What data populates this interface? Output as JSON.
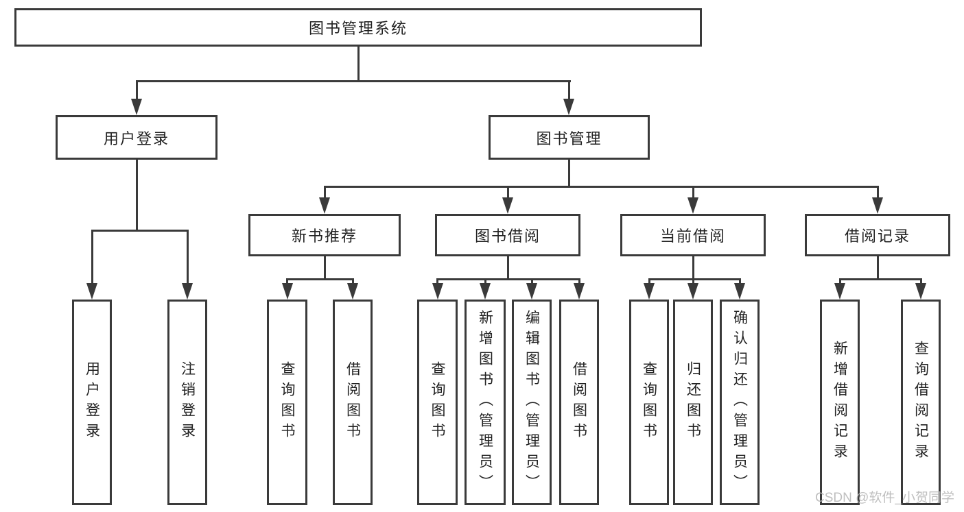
{
  "tree": {
    "root": {
      "label": "图书管理系统"
    },
    "level2": [
      {
        "label": "用户登录",
        "leaves": [
          {
            "label": "用户登录"
          },
          {
            "label": "注销登录"
          }
        ]
      },
      {
        "label": "图书管理"
      }
    ],
    "level3": [
      {
        "label": "新书推荐",
        "leaves": [
          {
            "label": "查询图书"
          },
          {
            "label": "借阅图书"
          }
        ]
      },
      {
        "label": "图书借阅",
        "leaves": [
          {
            "label": "查询图书"
          },
          {
            "label": "新增图书（管理员）"
          },
          {
            "label": "编辑图书（管理员）"
          },
          {
            "label": "借阅图书"
          }
        ]
      },
      {
        "label": "当前借阅",
        "leaves": [
          {
            "label": "查询图书"
          },
          {
            "label": "归还图书"
          },
          {
            "label": "确认归还（管理员）"
          }
        ]
      },
      {
        "label": "借阅记录",
        "leaves": [
          {
            "label": "新增借阅记录"
          },
          {
            "label": "查询借阅记录"
          }
        ]
      }
    ]
  },
  "watermark": {
    "text": "CSDN @软件_小贺同学"
  },
  "colors": {
    "line": "#3a3a3a",
    "box_border": "#3a3a3a",
    "text": "#222222",
    "watermark": "#b9b9b9",
    "background": "#ffffff"
  }
}
